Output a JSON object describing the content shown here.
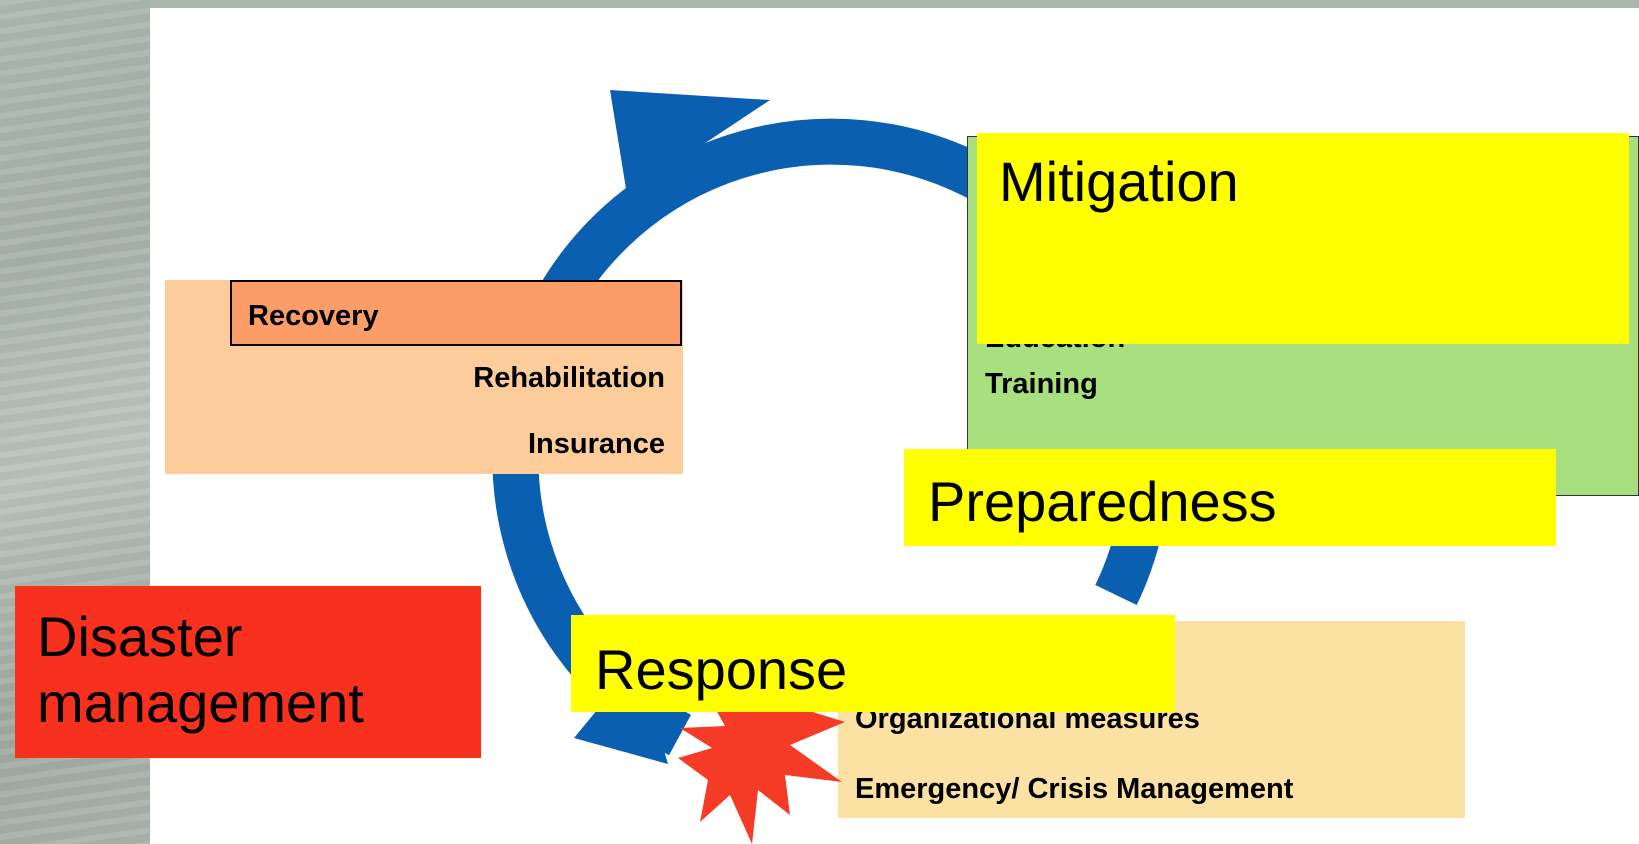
{
  "diagram": {
    "recovery": {
      "title": "Recovery",
      "items": [
        "Rehabilitation",
        "Insurance"
      ]
    },
    "mitigation": {
      "title": "Mitigation",
      "items": [
        "Education",
        "Training"
      ]
    },
    "preparedness": {
      "title": "Preparedness"
    },
    "response": {
      "title": "Response",
      "items": [
        "Organizational measures",
        "Emergency/ Crisis Management"
      ]
    },
    "center_label": {
      "line1": "Disaster",
      "line2": "management"
    }
  },
  "colors": {
    "arrow": "#0b5fb0",
    "recovery_box": "#fccc9a",
    "recovery_title": "#fb9d67",
    "mitigation_box": "#a8df7f",
    "response_box": "#fbe1a4",
    "yellow_label": "#ffff00",
    "disaster_box": "#f8311f",
    "burst": "#f53a25"
  }
}
